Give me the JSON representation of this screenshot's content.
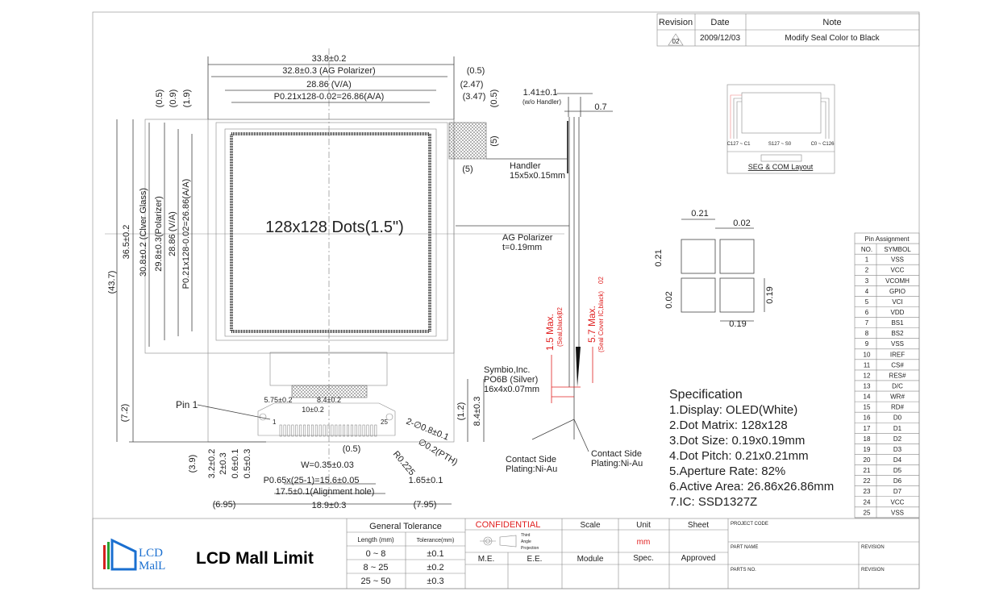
{
  "revision_table": {
    "headers": [
      "Revision",
      "Date",
      "Note"
    ],
    "row": {
      "rev": "02",
      "date": "2009/12/03",
      "note": "Modify Seal Color to Black"
    }
  },
  "display": {
    "center_label": "128x128 Dots(1.5\")"
  },
  "dims": {
    "top_33_8": "33.8±0.2",
    "top_32_8": "32.8±0.3 (AG Polarizer)",
    "top_0_5": "(0.5)",
    "top_28_86": "28.86 (V/A)",
    "top_2_47": "(2.47)",
    "top_aa": "P0.21x128-0.02=26.86(A/A)",
    "top_3_47": "(3.47)",
    "v_0_5": "(0.5)",
    "v_0_9": "(0.9)",
    "v_1_9": "(1.9)",
    "v_right_0_5": "(0.5)",
    "v_43_7": "(43.7)",
    "v_36_5": "36.5±0.2",
    "v_30_8": "30.8±0.2 (Clver Glass)",
    "v_29_8": "29.8±0.3(Polarizer)",
    "v_28_86": "28.86 (V/A)",
    "v_aa": "P0.21x128-0.02=26.86(A/A)",
    "v_7_2": "(7.2)",
    "v_3_9": "(3.9)",
    "v_3_2": "3.2±0.2",
    "v_2": "2±0.3",
    "v_0_6": "0.6±0.1",
    "v_0_5b": "0.5±0.3",
    "v_1_2": "(1.2)",
    "v_8_4": "8.4±0.3",
    "pin1": "Pin 1",
    "d_5_75": "5.75±0.2",
    "d_8_4": "8.4±0.2",
    "d_10": "10±0.2",
    "pin_first": "1",
    "pin_last": "25",
    "holes": "2-∅0.8±0.1",
    "pth": "∅0.2(PTH)",
    "radius": "R0.225",
    "d_0_5": "(0.5)",
    "width": "W=0.35±0.03",
    "pitch": "P0.65x(25-1)=15.6±0.05",
    "d_1_65": "1.65±0.1",
    "align": "17.5±0.1(Alignment hole)",
    "d_6_95": "(6.95)",
    "d_18_9": "18.9±0.3",
    "d_7_95": "(7.95)",
    "handler_5h": "(5)",
    "handler_5v": "(5)",
    "thick_1_41": "1.41±0.1",
    "wo_handler": "(w/o  Handler)",
    "thick_0_7": "0.7"
  },
  "notes": {
    "handler": "Handler",
    "handler_size": "15x5x0.15mm",
    "ag_polarizer": "AG Polarizer",
    "ag_thickness": "t=0.19mm",
    "ic_vendor": "Symbio,Inc.",
    "ic_model": "PO6B (Silver)",
    "ic_size": "16x4x0.07mm",
    "seal_max": "1.5 Max.",
    "seal_note": "(Seal,black)",
    "cover_max": "5.7 Max.",
    "cover_note": "(Seal Cover IC,black)",
    "rev_mark": "02",
    "contact_left_1": "Contact Side",
    "contact_left_2": "Plating:Ni-Au",
    "contact_right_1": "Contact Side",
    "contact_right_2": "Plating:Ni-Au"
  },
  "pixel": {
    "w1": "0.21",
    "gap1": "0.02",
    "h1": "0.21",
    "gap2": "0.02",
    "h2": "0.19",
    "w2": "0.19"
  },
  "seg_layout": {
    "left": "C127 ~ C1",
    "mid": "S127 ~ S0",
    "right": "C0 ~ C126",
    "title": "SEG & COM Layout"
  },
  "pin_assignment": {
    "title": "Pin Assignment",
    "headers": [
      "NO.",
      "SYMBOL"
    ],
    "pins": [
      "VSS",
      "VCC",
      "VCOMH",
      "GPIO",
      "VCI",
      "VDD",
      "BS1",
      "BS2",
      "VSS",
      "IREF",
      "CS#",
      "RES#",
      "D/C",
      "WR#",
      "RD#",
      "D0",
      "D1",
      "D2",
      "D3",
      "D4",
      "D5",
      "D6",
      "D7",
      "VCC",
      "VSS"
    ]
  },
  "specification": {
    "title": "Specification",
    "items": [
      "1.Display:  OLED(White)",
      "2.Dot Matrix: 128x128",
      "3.Dot Size: 0.19x0.19mm",
      "4.Dot Pitch: 0.21x0.21mm",
      "5.Aperture Rate: 82%",
      "6.Active Area: 26.86x26.86mm",
      "7.IC:  SSD1327Z"
    ]
  },
  "title_block": {
    "logo_line1": "LCD",
    "logo_line2": "MalL",
    "company": "LCD Mall Limit",
    "tolerance": {
      "title": "General Tolerance",
      "h_len": "Length (mm)",
      "h_tol": "Tolerance(mm)",
      "rows": [
        {
          "len": "0 ~ 8",
          "tol": "±0.1"
        },
        {
          "len": "8 ~ 25",
          "tol": "±0.2"
        },
        {
          "len": "25 ~ 50",
          "tol": "±0.3"
        }
      ]
    },
    "confidential": "CONFIDENTIAL",
    "projection": [
      "Third",
      "Angle",
      "Projection"
    ],
    "scale": "Scale",
    "unit": "Unit",
    "unit_value": "mm",
    "sheet": "Sheet",
    "me": "M.E.",
    "ee": "E.E.",
    "module": "Module",
    "spec": "Spec.",
    "approved": "Approved",
    "project_code": "PROJECT CODE",
    "part_name": "PART NAME",
    "revision1": "REVISION",
    "parts_no": "PARTS NO.",
    "revision2": "REVISION"
  },
  "colors": {
    "red": "#e02020",
    "logo_blue": "#1a6fd0",
    "logo_red": "#d42020",
    "logo_green": "#28a030"
  }
}
